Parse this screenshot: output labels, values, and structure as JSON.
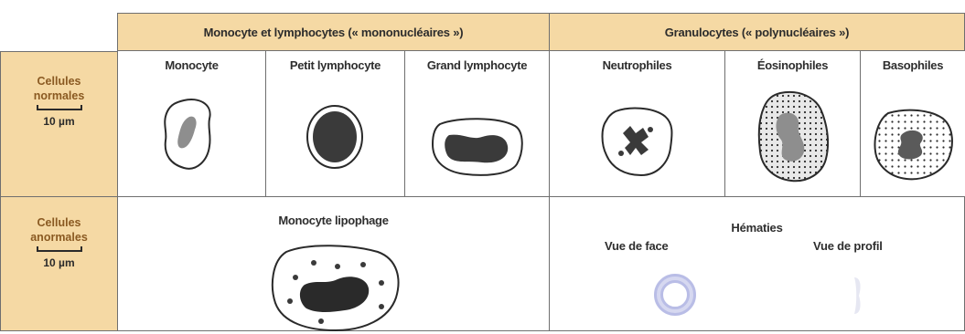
{
  "headers": {
    "mononuclear": "Monocyte et lymphocytes (« mononucléaires »)",
    "granulocytes": "Granulocytes (« polynucléaires »)"
  },
  "rows": {
    "normal": {
      "label_line1": "Cellules",
      "label_line2": "normales",
      "scale": "10 µm"
    },
    "abnormal": {
      "label_line1": "Cellules",
      "label_line2": "anormales",
      "scale": "10 µm"
    }
  },
  "normal_cells": [
    {
      "name": "Monocyte",
      "icon": "monocyte-icon"
    },
    {
      "name": "Petit lymphocyte",
      "icon": "small-lymphocyte-icon"
    },
    {
      "name": "Grand lymphocyte",
      "icon": "large-lymphocyte-icon"
    },
    {
      "name": "Neutrophiles",
      "icon": "neutrophil-icon"
    },
    {
      "name": "Éosinophiles",
      "icon": "eosinophil-icon"
    },
    {
      "name": "Basophiles",
      "icon": "basophil-icon"
    }
  ],
  "abnormal_cells": {
    "lipophage": {
      "name": "Monocyte lipophage",
      "icon": "lipophage-monocyte-icon"
    },
    "hematies": {
      "title": "Hématies",
      "face": "Vue de face",
      "profile": "Vue de profil"
    }
  },
  "colors": {
    "header_fill": "#f5d9a4",
    "side_text": "#8a5a22",
    "nucleus_light": "#8e8e8e",
    "nucleus_dark": "#3a3a3a",
    "rbc": "#b9bde6"
  }
}
